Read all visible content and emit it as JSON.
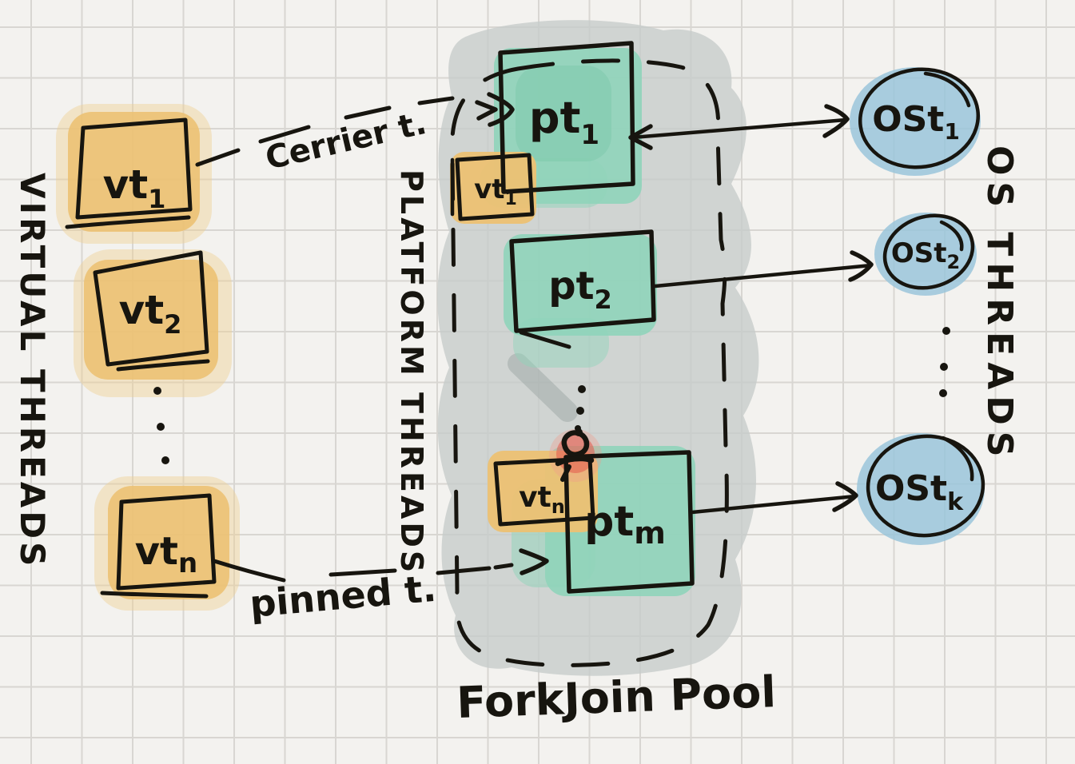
{
  "diagram": {
    "groups": {
      "virtual": {
        "label": "VIRTUAL THREADS"
      },
      "platform": {
        "label": "PLATFORM THREADS"
      },
      "os": {
        "label": "OS THREADS"
      }
    },
    "pool": {
      "label": "ForkJoin Pool"
    },
    "edges": {
      "carrier_label": "Cerrier t.",
      "pinned_label": "pinned t."
    },
    "nodes": {
      "vt1": {
        "base": "vt",
        "sub": "1"
      },
      "vt2": {
        "base": "vt",
        "sub": "2"
      },
      "vtn": {
        "base": "vt",
        "sub": "n"
      },
      "vt1_mounted": {
        "base": "vt",
        "sub": "1"
      },
      "vtn_pinned": {
        "base": "vt",
        "sub": "n"
      },
      "pt1": {
        "base": "pt",
        "sub": "1"
      },
      "pt2": {
        "base": "pt",
        "sub": "2"
      },
      "ptm": {
        "base": "pt",
        "sub": "m"
      },
      "ost1": {
        "base": "OSt",
        "sub": "1"
      },
      "ost2": {
        "base": "OSt",
        "sub": "2"
      },
      "ostk": {
        "base": "OSt",
        "sub": "k"
      }
    },
    "colors": {
      "virtual_thread_fill": "#ecc173",
      "virtual_thread_halo": "#f0d194",
      "platform_thread_fill": "#8fd4ba",
      "platform_thread_shade": "#79c7a9",
      "os_thread_fill": "#9ac6da",
      "pool_fill": "#c7cccb",
      "pool_shade": "#97a2a0",
      "pin_accent": "#e4574b",
      "pin_halo": "#f29c8b",
      "ink": "#17150f",
      "background": "#f3f2ef",
      "grid_line": "#d8d6d2"
    }
  }
}
